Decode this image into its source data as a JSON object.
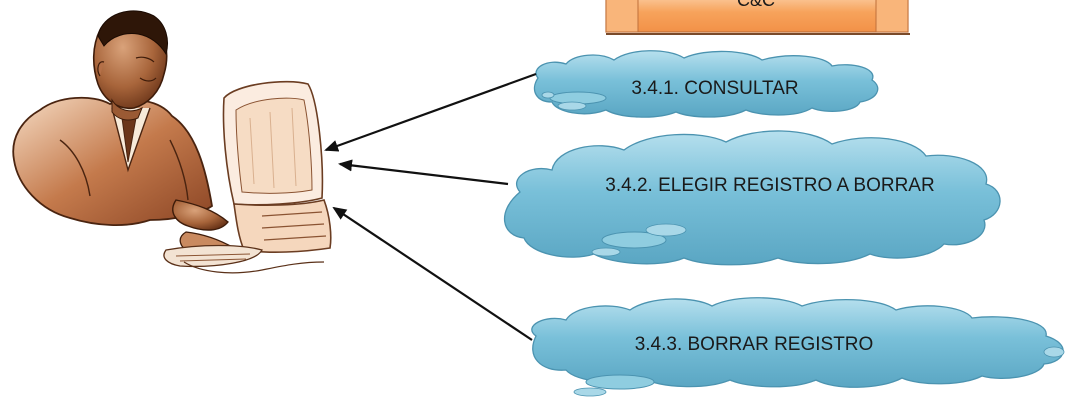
{
  "top_box": {
    "label": "C&C"
  },
  "clouds": [
    {
      "label": "3.4.1. CONSULTAR"
    },
    {
      "label": "3.4.2. ELEGIR REGISTRO A BORRAR"
    },
    {
      "label": "3.4.3. BORRAR REGISTRO"
    }
  ],
  "colors": {
    "cloud_fill": "#6fb7d1",
    "cloud_light": "#a9d8e8",
    "cloud_shadow": "#3d7f99",
    "box_fill": "#f7a35c",
    "box_light": "#fbd2a8",
    "arrow": "#111111",
    "skin": "#9a5a34",
    "skin_dark": "#5e2f14"
  },
  "icons": {
    "user": "user-at-computer-icon"
  }
}
